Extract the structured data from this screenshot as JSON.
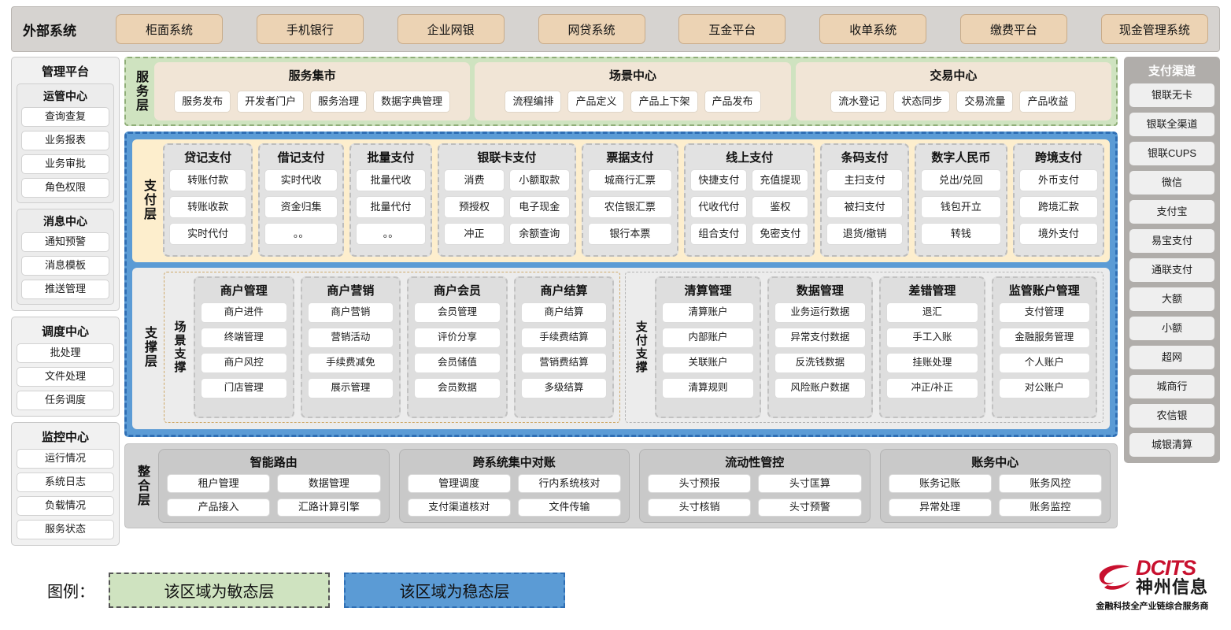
{
  "external": {
    "label": "外部系统",
    "systems": [
      "柜面系统",
      "手机银行",
      "企业网银",
      "网贷系统",
      "互金平台",
      "收单系统",
      "缴费平台",
      "现金管理系统"
    ]
  },
  "admin": {
    "title": "管理平台",
    "groups": [
      {
        "title": "运管中心",
        "items": [
          "查询查复",
          "业务报表",
          "业务审批",
          "角色权限"
        ]
      },
      {
        "title": "消息中心",
        "items": [
          "通知预警",
          "消息模板",
          "推送管理"
        ]
      }
    ],
    "standalone": [
      {
        "title": "调度中心",
        "items": [
          "批处理",
          "文件处理",
          "任务调度"
        ]
      },
      {
        "title": "监控中心",
        "items": [
          "运行情况",
          "系统日志",
          "负载情况",
          "服务状态"
        ]
      }
    ]
  },
  "service_layer": {
    "label": "服务层",
    "groups": [
      {
        "title": "服务集市",
        "items": [
          "服务发布",
          "开发者门户",
          "服务治理",
          "数据字典管理"
        ]
      },
      {
        "title": "场景中心",
        "items": [
          "流程编排",
          "产品定义",
          "产品上下架",
          "产品发布"
        ]
      },
      {
        "title": "交易中心",
        "items": [
          "流水登记",
          "状态同步",
          "交易流量",
          "产品收益"
        ]
      }
    ]
  },
  "payment_layer": {
    "label": "支付层",
    "groups": [
      {
        "title": "贷记支付",
        "cols": [
          [
            "转账付款",
            "转账收款",
            "实时代付"
          ]
        ]
      },
      {
        "title": "借记支付",
        "cols": [
          [
            "实时代收",
            "资金归集",
            "。。"
          ]
        ]
      },
      {
        "title": "批量支付",
        "cols": [
          [
            "批量代收",
            "批量代付",
            "。。"
          ]
        ]
      },
      {
        "title": "银联卡支付",
        "cols": [
          [
            "消费",
            "预授权",
            "冲正"
          ],
          [
            "小额取款",
            "电子现金",
            "余额查询"
          ]
        ]
      },
      {
        "title": "票据支付",
        "cols": [
          [
            "城商行汇票",
            "农信银汇票",
            "银行本票"
          ]
        ]
      },
      {
        "title": "线上支付",
        "cols": [
          [
            "快捷支付",
            "代收代付",
            "组合支付"
          ],
          [
            "充值提现",
            "鉴权",
            "免密支付"
          ]
        ]
      },
      {
        "title": "条码支付",
        "cols": [
          [
            "主扫支付",
            "被扫支付",
            "退货/撤销"
          ]
        ]
      },
      {
        "title": "数字人民币",
        "cols": [
          [
            "兑出/兑回",
            "钱包开立",
            "转钱"
          ]
        ]
      },
      {
        "title": "跨境支付",
        "cols": [
          [
            "外币支付",
            "跨境汇款",
            "境外支付"
          ]
        ]
      }
    ]
  },
  "support_layer": {
    "label": "支撑层",
    "scene": {
      "label": "场景支撑",
      "groups": [
        {
          "title": "商户管理",
          "items": [
            "商户进件",
            "终端管理",
            "商户风控",
            "门店管理"
          ]
        },
        {
          "title": "商户营销",
          "items": [
            "商户营销",
            "营销活动",
            "手续费减免",
            "展示管理"
          ]
        },
        {
          "title": "商户会员",
          "items": [
            "会员管理",
            "评价分享",
            "会员储值",
            "会员数据"
          ]
        },
        {
          "title": "商户结算",
          "items": [
            "商户结算",
            "手续费结算",
            "营销费结算",
            "多级结算"
          ]
        }
      ]
    },
    "pay_support": {
      "label": "支付支撑",
      "groups": [
        {
          "title": "清算管理",
          "items": [
            "清算账户",
            "内部账户",
            "关联账户",
            "清算规则"
          ]
        },
        {
          "title": "数据管理",
          "items": [
            "业务运行数据",
            "异常支付数据",
            "反洗钱数据",
            "风险账户数据"
          ]
        },
        {
          "title": "差错管理",
          "items": [
            "退汇",
            "手工入账",
            "挂账处理",
            "冲正/补正"
          ]
        },
        {
          "title": "监管账户管理",
          "items": [
            "支付管理",
            "金融服务管理",
            "个人账户",
            "对公账户"
          ]
        }
      ]
    }
  },
  "integration_layer": {
    "label": "整合层",
    "groups": [
      {
        "title": "智能路由",
        "items": [
          "租户管理",
          "数据管理",
          "产品接入",
          "汇路计算引擎"
        ]
      },
      {
        "title": "跨系统集中对账",
        "items": [
          "管理调度",
          "行内系统核对",
          "支付渠道核对",
          "文件传输"
        ]
      },
      {
        "title": "流动性管控",
        "items": [
          "头寸预报",
          "头寸匡算",
          "头寸核销",
          "头寸预警"
        ]
      },
      {
        "title": "账务中心",
        "items": [
          "账务记账",
          "账务风控",
          "异常处理",
          "账务监控"
        ]
      }
    ]
  },
  "channels": {
    "title": "支付渠道",
    "items": [
      "银联无卡",
      "银联全渠道",
      "银联CUPS",
      "微信",
      "支付宝",
      "易宝支付",
      "通联支付",
      "大额",
      "小额",
      "超网",
      "城商行",
      "农信银",
      "城银清算"
    ]
  },
  "legend": {
    "label": "图例：",
    "agile_text": "该区域为敏态层",
    "stable_text": "该区域为稳态层",
    "agile_color": "#cfe3c0",
    "stable_color": "#5b9bd5"
  },
  "logo": {
    "en": "DCITS",
    "cn": "神州信息",
    "tagline": "金融科技全产业链综合服务商",
    "brand_color": "#c8102e"
  }
}
